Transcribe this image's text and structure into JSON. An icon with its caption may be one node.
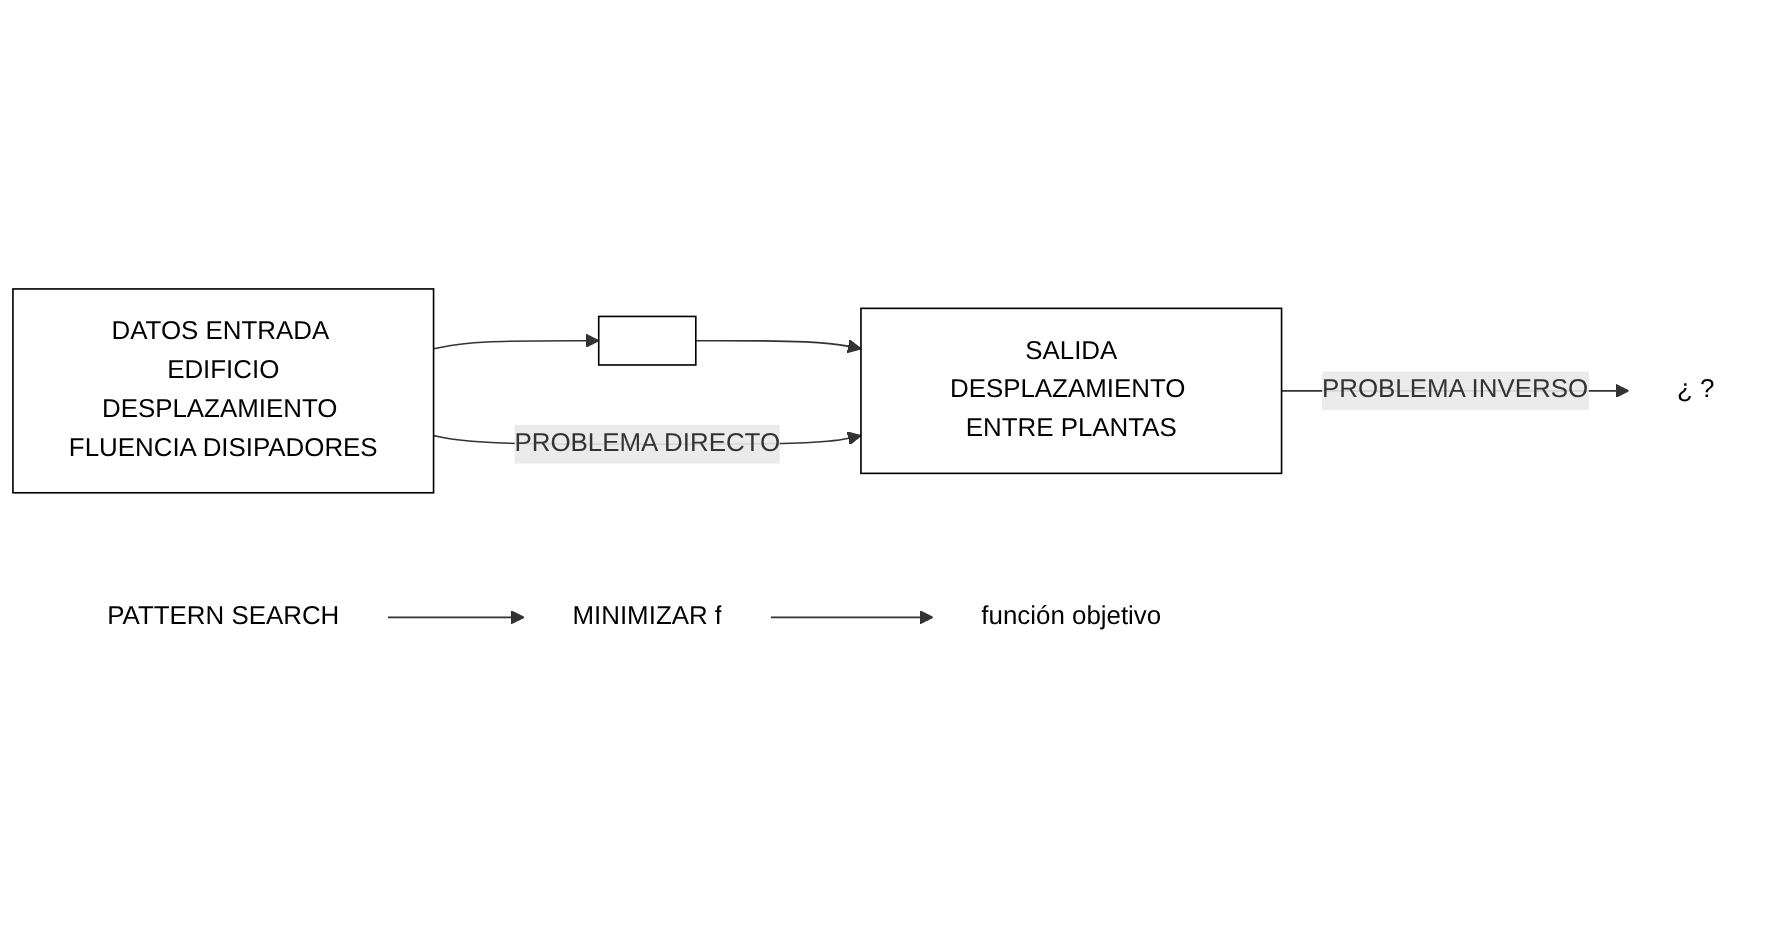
{
  "diagram": {
    "nodes": [
      {
        "text": [
          "DATOS ENTRADA EDIFICIO",
          "DESPLAZAMIENTO FLUENCIA DISIPADORES"
        ]
      },
      {
        "text": [],
        "shape": "box"
      },
      {
        "text": [
          "SALIDA",
          "DESPLAZAMIENTO ENTRE PLANTAS"
        ]
      },
      {
        "text": [
          "¿ ?"
        ]
      },
      {
        "text": [
          "PATTERN SEARCH"
        ]
      },
      {
        "text": [
          "MINIMIZAR f"
        ]
      },
      {
        "text": [
          "función objetivo"
        ]
      }
    ],
    "edges": [
      {
        "from": 0,
        "to": 1,
        "arrow": "to"
      },
      {
        "from": 1,
        "to": 2,
        "arrow": "to"
      },
      {
        "from": 0,
        "to": 2,
        "arrow": "to",
        "label": "PROBLEMA DIRECTO"
      },
      {
        "from": 2,
        "to": 3,
        "arrow": "to",
        "label": "PROBLEMA INVERSO"
      },
      {
        "from": 4,
        "to": 5,
        "arrow": "to"
      },
      {
        "from": 5,
        "to": 6,
        "arrow": "to"
      }
    ]
  }
}
